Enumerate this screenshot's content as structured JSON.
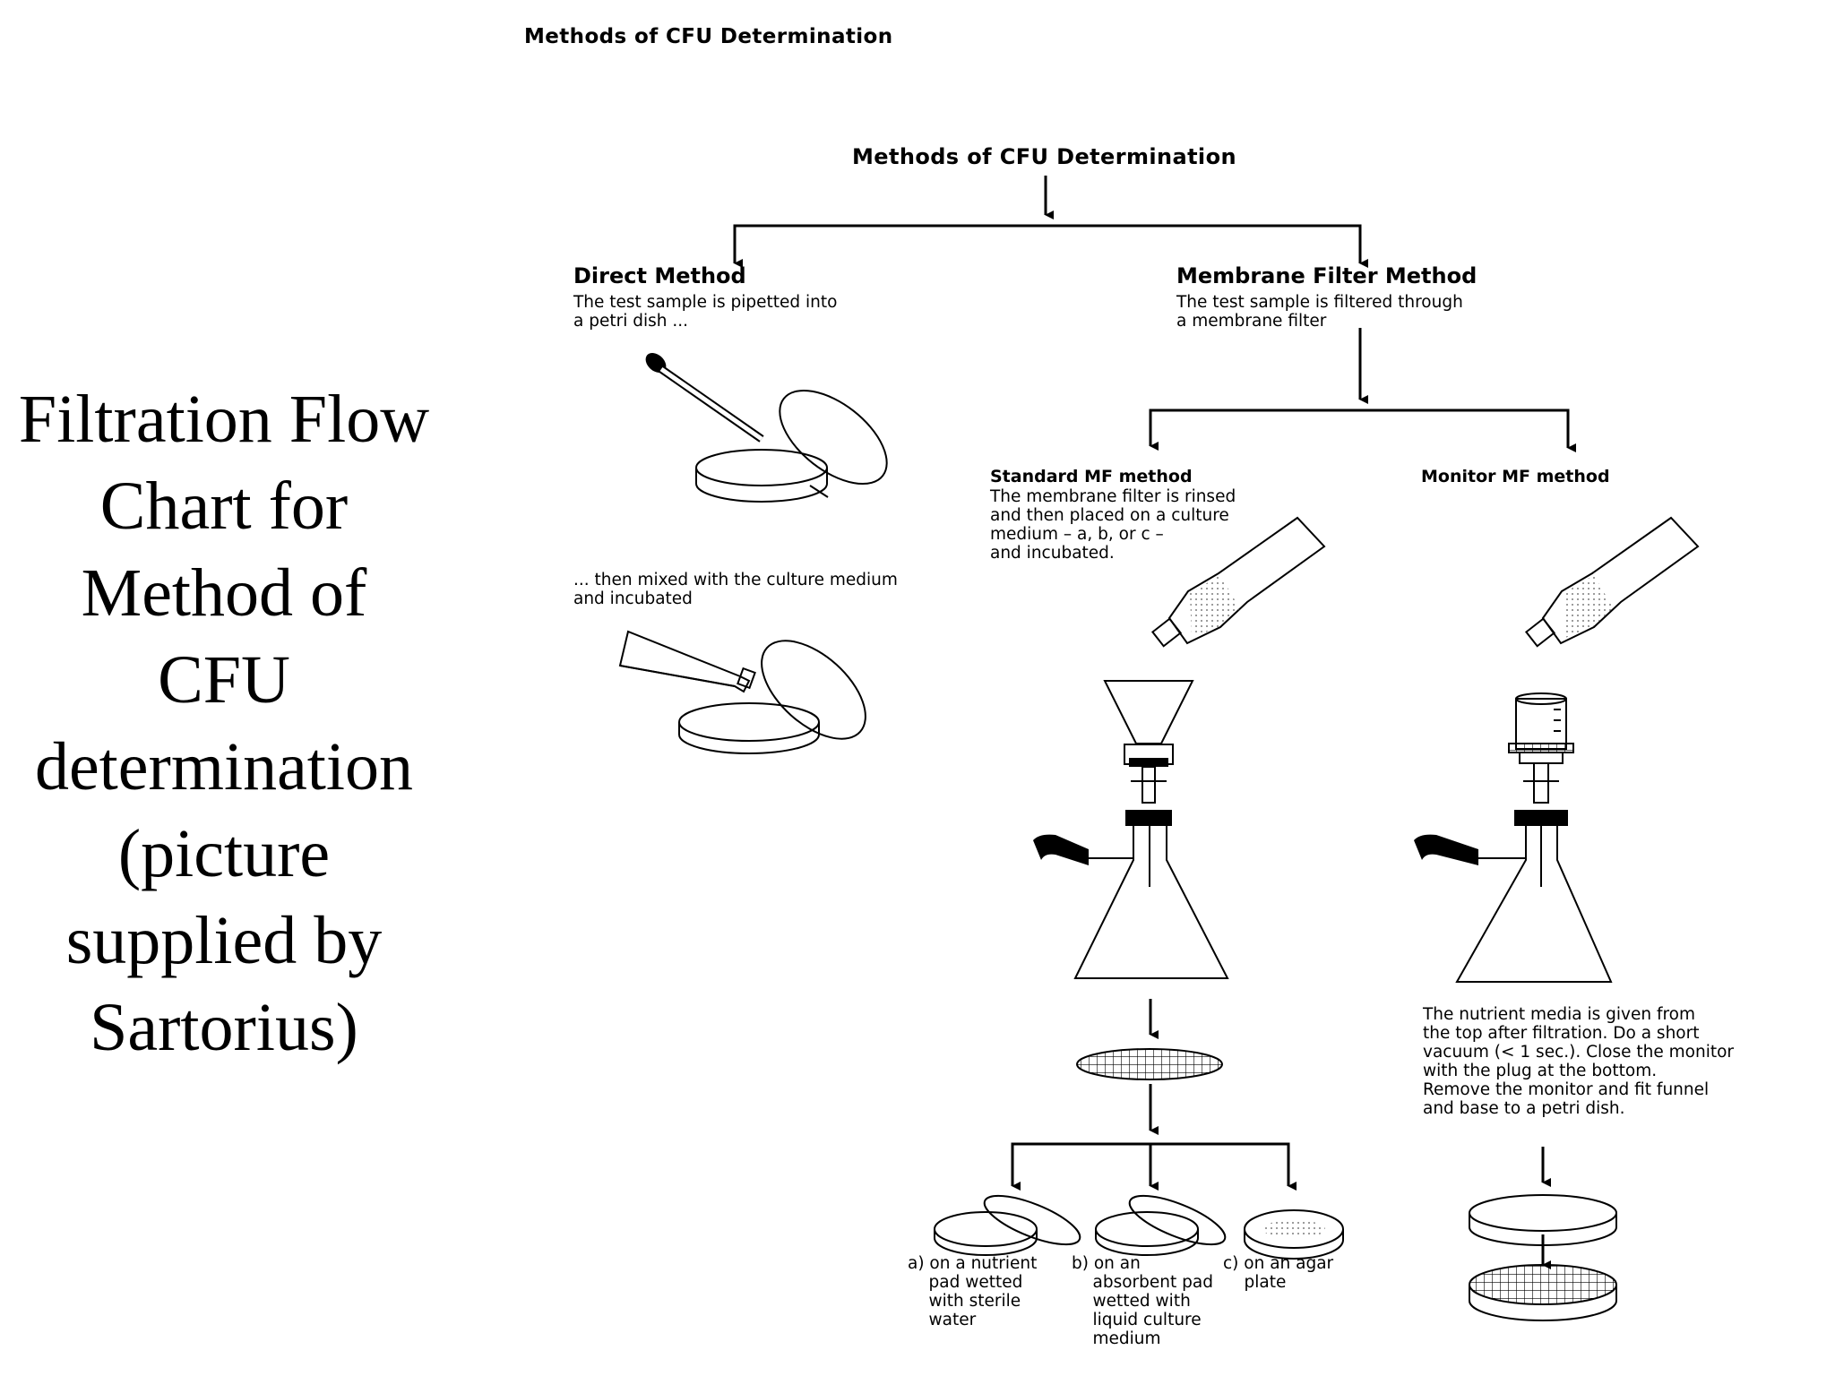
{
  "slide": {
    "header": "Methods of CFU Determination",
    "title": "Filtration Flow Chart for Method of CFU determination (picture supplied by Sartorius)"
  },
  "diagram": {
    "title": "Methods of CFU Determination",
    "direct": {
      "heading": "Direct Method",
      "text1": "The test sample is pipetted into\na petri dish ...",
      "text2": "... then mixed with the culture medium\nand incubated"
    },
    "membrane": {
      "heading": "Membrane Filter Method",
      "text": "The test sample is filtered through\na membrane filter"
    },
    "standard": {
      "heading": "Standard MF method",
      "text": "The membrane filter is rinsed\nand then placed on a culture\nmedium – a, b, or c –\nand incubated.",
      "option_a": "a) on a nutrient\n    pad wetted\n    with sterile\n    water",
      "option_b": "b) on an\n    absorbent pad\n    wetted with\n    liquid culture\n    medium",
      "option_c": "c) on an agar\n    plate"
    },
    "monitor": {
      "heading": "Monitor MF method",
      "text": "The nutrient media is given from\nthe top after filtration. Do a short\nvacuum (< 1 sec.). Close the monitor\nwith the plug at the bottom.\nRemove the monitor and fit funnel\nand base to a petri dish."
    }
  }
}
